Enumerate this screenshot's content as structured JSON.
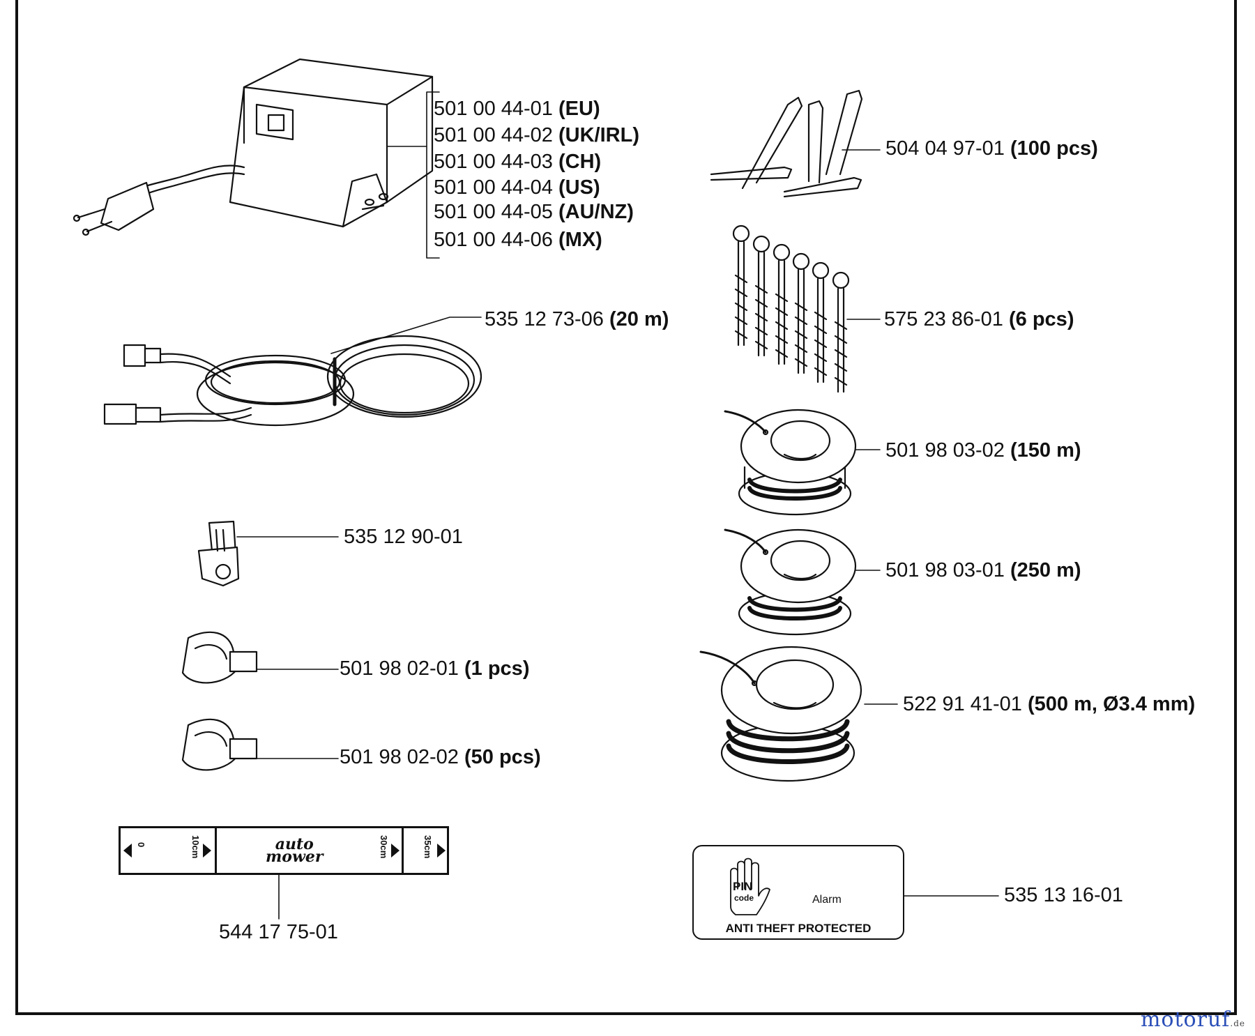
{
  "labels": {
    "transformer": [
      {
        "num": "501 00 44-01",
        "tag": "(EU)"
      },
      {
        "num": "501 00 44-02",
        "tag": "(UK/IRL)"
      },
      {
        "num": "501 00 44-03",
        "tag": "(CH)"
      },
      {
        "num": "501 00 44-04",
        "tag": "(US)"
      },
      {
        "num": "501 00 44-05",
        "tag": "(AU/NZ)"
      },
      {
        "num": "501 00 44-06",
        "tag": "(MX)"
      }
    ],
    "cable": {
      "num": "535 12 73-06",
      "tag": "(20 m)"
    },
    "clip": {
      "num": "535 12 90-01"
    },
    "coupler_1": {
      "num": "501 98 02-01",
      "tag": "(1 pcs)"
    },
    "coupler_50": {
      "num": "501 98 02-02",
      "tag": "(50 pcs)"
    },
    "measure": {
      "num": "544 17 75-01"
    },
    "pegs": {
      "num": "504 04 97-01",
      "tag": "(100 pcs)"
    },
    "screws": {
      "num": "575 23 86-01",
      "tag": "(6 pcs)"
    },
    "wire_150": {
      "num": "501 98 03-02",
      "tag": "(150 m)"
    },
    "wire_250": {
      "num": "501 98 03-01",
      "tag": "(250 m)"
    },
    "wire_500": {
      "num": "522 91 41-01",
      "tag": "(500 m, Ø3.4 mm)"
    },
    "decal": {
      "num": "535 13 16-01"
    }
  },
  "tape": {
    "logo_line1": "auto",
    "logo_line2": "mower",
    "marks": [
      "0",
      "10cm",
      "30cm",
      "35cm"
    ]
  },
  "decal_sticker": {
    "pin": "PIN",
    "code": "code",
    "alarm": "Alarm",
    "protected": "ANTI THEFT PROTECTED"
  },
  "watermark": {
    "brand": "motoruf",
    "tld": ".de"
  }
}
